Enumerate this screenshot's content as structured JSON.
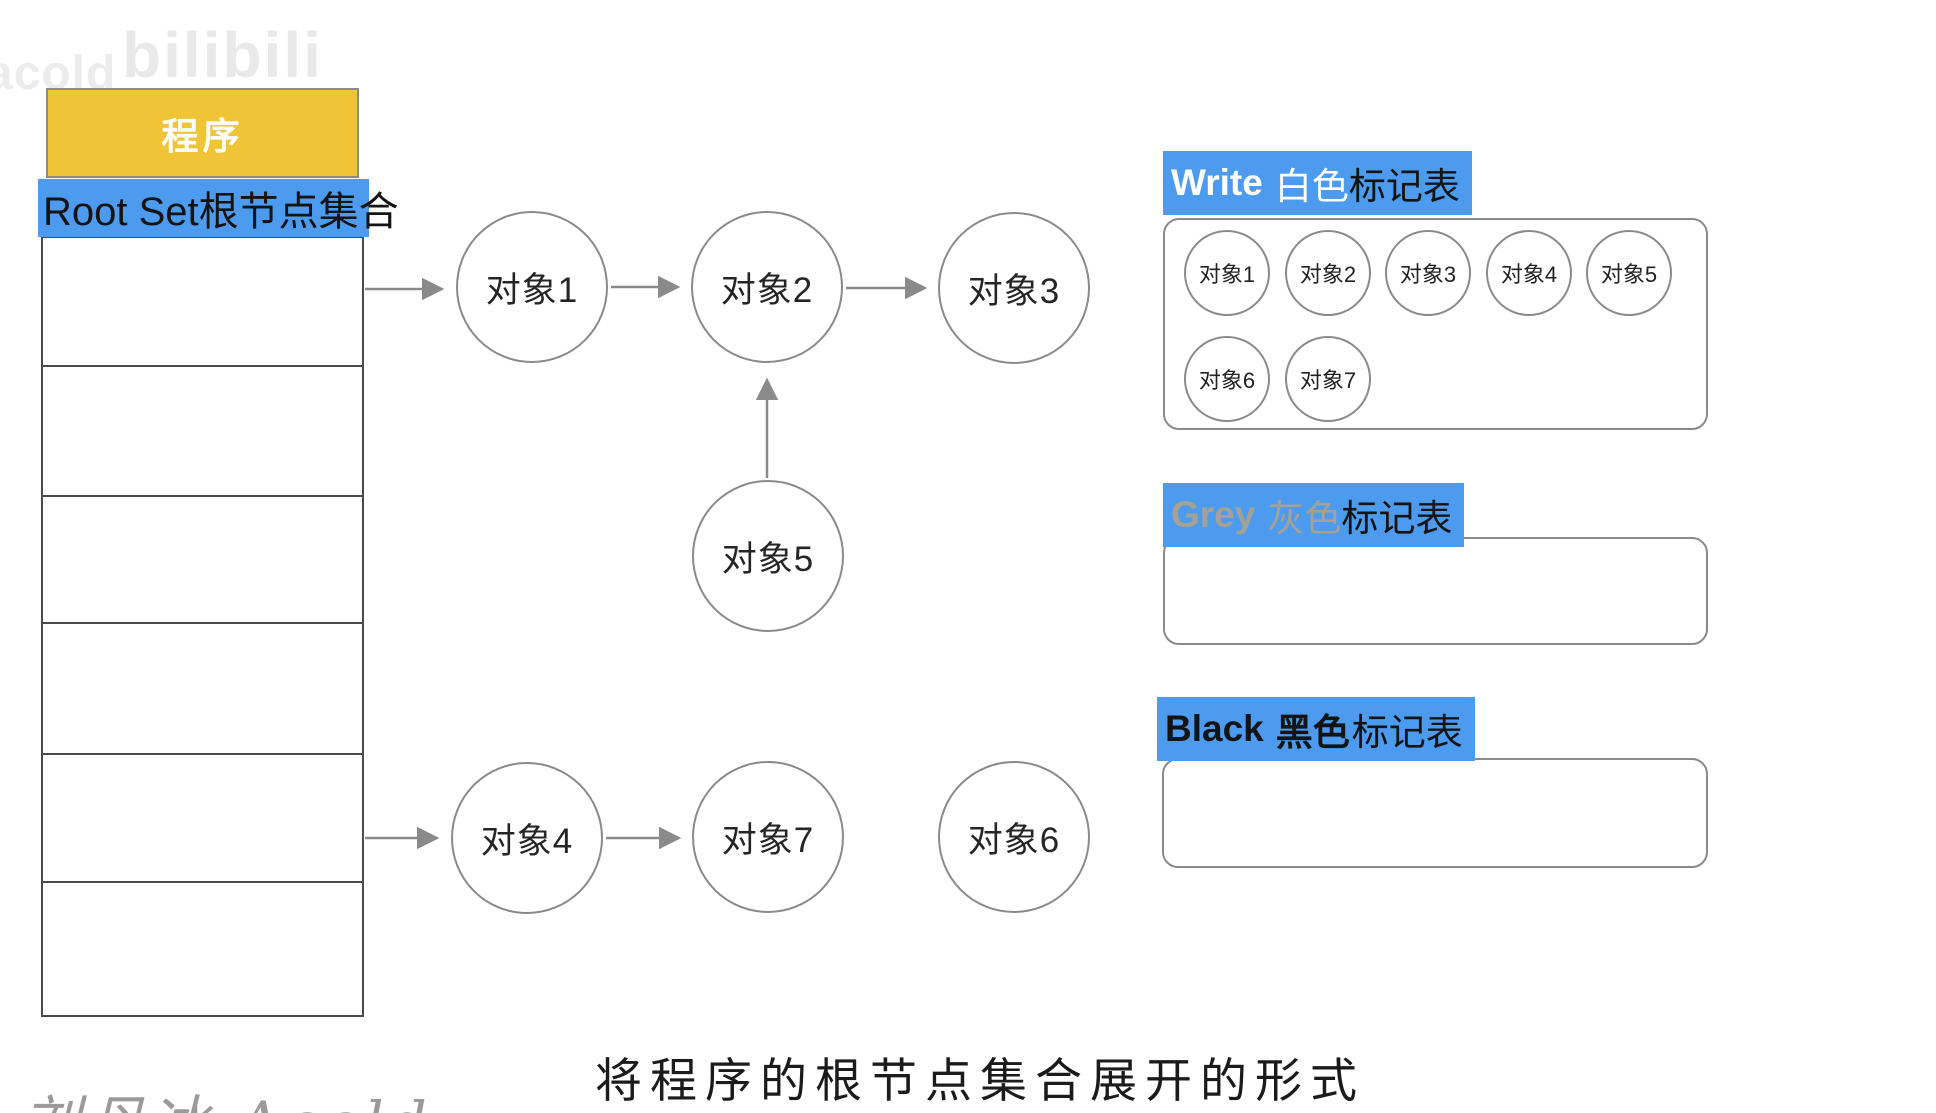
{
  "watermarks": {
    "top_left": "acold",
    "bilibili": "bilibili",
    "bottom_left": "刘丹冰 Aceld"
  },
  "program_stack": {
    "header_label": "程序",
    "root_set_label": "Root Set根节点集合",
    "empty_row_count": 6
  },
  "graph": {
    "nodes": [
      {
        "id": "obj1",
        "label": "对象1"
      },
      {
        "id": "obj2",
        "label": "对象2"
      },
      {
        "id": "obj3",
        "label": "对象3"
      },
      {
        "id": "obj5",
        "label": "对象5"
      },
      {
        "id": "obj4",
        "label": "对象4"
      },
      {
        "id": "obj7",
        "label": "对象7"
      },
      {
        "id": "obj6",
        "label": "对象6"
      }
    ],
    "edges": [
      {
        "from": "root-set-row-1",
        "to": "obj1"
      },
      {
        "from": "obj1",
        "to": "obj2"
      },
      {
        "from": "obj2",
        "to": "obj3"
      },
      {
        "from": "obj5",
        "to": "obj2"
      },
      {
        "from": "root-set-row-5",
        "to": "obj4"
      },
      {
        "from": "obj4",
        "to": "obj7"
      }
    ]
  },
  "panels": {
    "white": {
      "en": "Write",
      "cn": "白色",
      "suffix": "标记表",
      "row1": [
        "对象1",
        "对象2",
        "对象3",
        "对象4",
        "对象5"
      ],
      "row2": [
        "对象6",
        "对象7"
      ]
    },
    "grey": {
      "en": "Grey",
      "cn": "灰色",
      "suffix": "标记表",
      "items": []
    },
    "black": {
      "en": "Black",
      "cn": "黑色",
      "suffix": "标记表",
      "items": []
    }
  },
  "caption": "将程序的根节点集合展开的形式",
  "colors": {
    "accent_blue": "#4D9BEE",
    "accent_yellow": "#F0C437",
    "grey_label_text": "#A5A295",
    "border_grey": "#8A8A8A"
  }
}
